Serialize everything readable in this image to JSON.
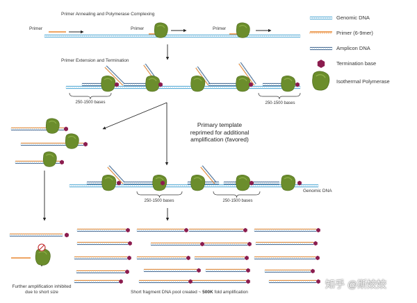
{
  "stages": {
    "annealing_title": "Primer Annealing and Polymerase Complexing",
    "extension_title": "Primer Extension and Termination"
  },
  "labels": {
    "primer": "Primer",
    "fragment_length": "250-1500 bases",
    "genomic_dna": "Genomic DNA"
  },
  "notes": {
    "primary_template_lines": [
      "Primary template",
      "reprimed for additional",
      "amplification (favored)"
    ],
    "inhibited_lines": [
      "Further amplification inhibited",
      "due to short size"
    ],
    "pool_prefix": "Short fragment DNA pool created ~ ",
    "pool_bold": "500K",
    "pool_suffix": " fold amplification"
  },
  "legend": {
    "items": [
      {
        "label": "Genomic DNA",
        "icon": "genomic-dna-icon"
      },
      {
        "label": "Primer (6-9mer)",
        "icon": "primer-icon"
      },
      {
        "label": "Amplicon DNA",
        "icon": "amplicon-dna-icon"
      },
      {
        "label": "Termination base",
        "icon": "termination-base-icon"
      },
      {
        "label": "Isothermal Polymerase",
        "icon": "polymerase-icon"
      }
    ]
  },
  "watermark": "知乎 @斯姣姣",
  "colors": {
    "genomic_dna": "#5aaed8",
    "primer": "#e8862f",
    "amplicon_dna": "#4a6b92",
    "termination_base": "#8b1c4e",
    "polymerase": "#6b8d2c",
    "arrow": "#222222",
    "inhibit_sign": "#c0262a"
  }
}
